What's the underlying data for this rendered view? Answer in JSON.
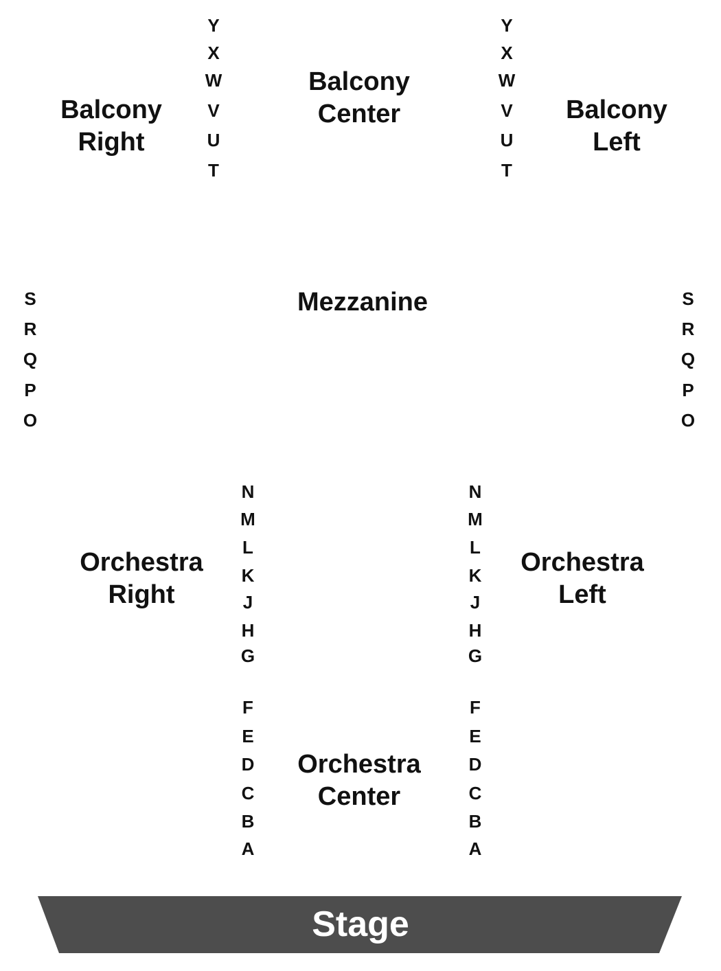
{
  "sections": {
    "balcony_right": [
      "Balcony",
      "Right"
    ],
    "balcony_center": [
      "Balcony",
      "Center"
    ],
    "balcony_left": [
      "Balcony",
      "Left"
    ],
    "mezzanine": [
      "Mezzanine"
    ],
    "orchestra_right": [
      "Orchestra",
      "Right"
    ],
    "orchestra_center": [
      "Orchestra",
      "Center"
    ],
    "orchestra_left": [
      "Orchestra",
      "Left"
    ]
  },
  "rows": {
    "balcony": [
      "Y",
      "X",
      "W",
      "V",
      "U",
      "T"
    ],
    "mezzanine": [
      "S",
      "R",
      "Q",
      "P",
      "O"
    ],
    "orchestra_rear": [
      "N",
      "M",
      "L",
      "K",
      "J",
      "H",
      "G"
    ],
    "orchestra_front": [
      "F",
      "E",
      "D",
      "C",
      "B",
      "A"
    ]
  },
  "stage": {
    "label": "Stage",
    "color": "#4d4d4d"
  }
}
